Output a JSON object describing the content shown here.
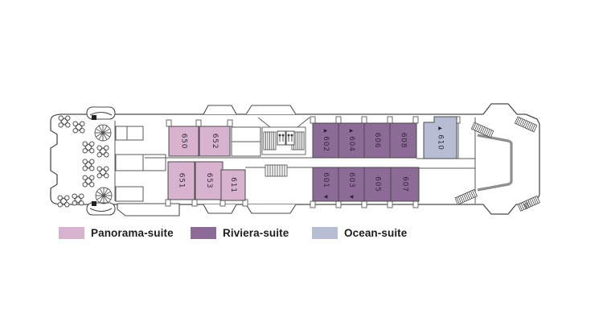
{
  "colors": {
    "panorama": "#d7b3cf",
    "riviera": "#8c6b96",
    "ocean": "#b7bed3"
  },
  "legend": {
    "items": [
      {
        "label": "Panorama-suite",
        "type": "panorama"
      },
      {
        "label": "Riviera-suite",
        "type": "riviera"
      },
      {
        "label": "Ocean-suite",
        "type": "ocean"
      }
    ]
  },
  "deck": {
    "rooms": [
      {
        "number": "650",
        "type": "panorama"
      },
      {
        "number": "652",
        "type": "panorama"
      },
      {
        "number": "651",
        "type": "panorama"
      },
      {
        "number": "653",
        "type": "panorama"
      },
      {
        "number": "611",
        "type": "panorama"
      },
      {
        "number": "602",
        "type": "riviera",
        "marker": "forward"
      },
      {
        "number": "604",
        "type": "riviera",
        "marker": "forward"
      },
      {
        "number": "606",
        "type": "riviera"
      },
      {
        "number": "608",
        "type": "riviera"
      },
      {
        "number": "601",
        "type": "riviera",
        "marker": "aft"
      },
      {
        "number": "603",
        "type": "riviera",
        "marker": "aft"
      },
      {
        "number": "605",
        "type": "riviera"
      },
      {
        "number": "607",
        "type": "riviera"
      },
      {
        "number": "610",
        "type": "ocean",
        "marker": "forward"
      }
    ]
  },
  "icons": {
    "marker_forward": "▶",
    "marker_aft": "◀"
  }
}
